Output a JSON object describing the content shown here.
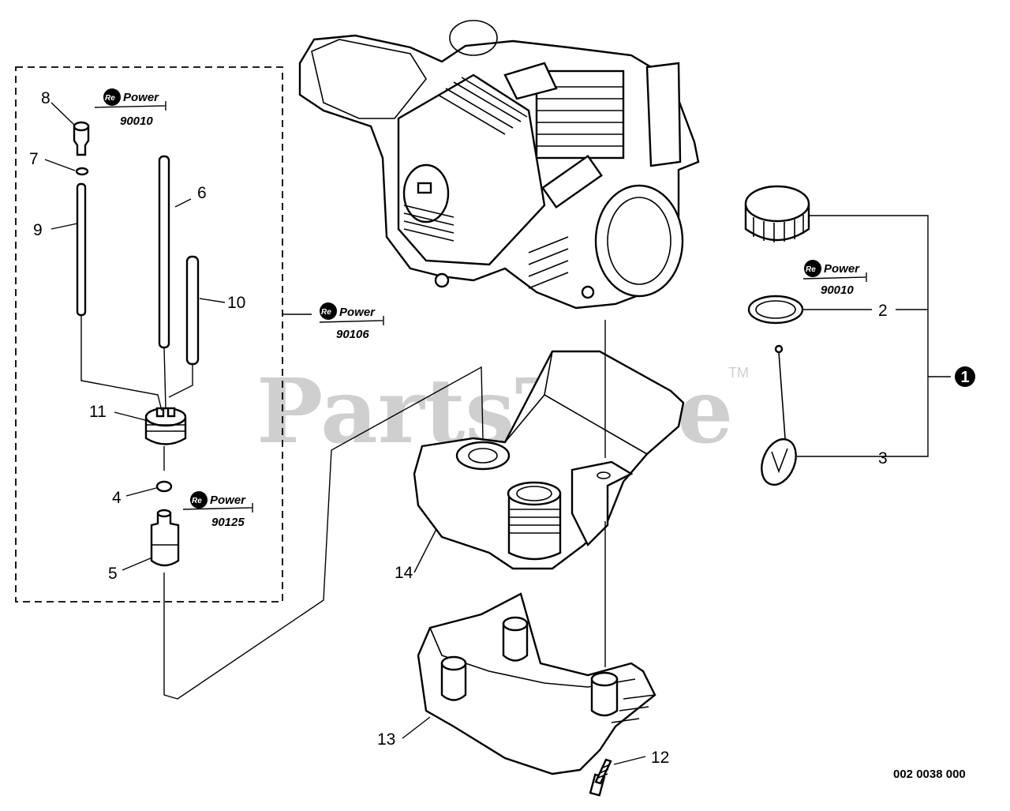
{
  "watermark": {
    "text": "PartsTree",
    "trademark": "TM"
  },
  "document_number": "002 0038 000",
  "repower_kits": [
    {
      "brand_re": "Re",
      "brand_word": "Power",
      "number": "90010"
    },
    {
      "brand_re": "Re",
      "brand_word": "Power",
      "number": "90106"
    },
    {
      "brand_re": "Re",
      "brand_word": "Power",
      "number": "90125"
    },
    {
      "brand_re": "Re",
      "brand_word": "Power",
      "number": "90010"
    }
  ],
  "callouts": {
    "c1": "1",
    "c2": "2",
    "c3": "3",
    "c4": "4",
    "c5": "5",
    "c6": "6",
    "c7": "7",
    "c8": "8",
    "c9": "9",
    "c10": "10",
    "c11": "11",
    "c12": "12",
    "c13": "13",
    "c14": "14"
  },
  "parts": {
    "engine": "engine-icon",
    "fuel_tank": "fuel-tank-icon",
    "tank_guard": "tank-guard-icon",
    "fuel_cap": "fuel-cap-icon",
    "cap_retainer": "retainer-ring-icon",
    "tether": "tether-icon",
    "fuel_filter": "fuel-filter-icon",
    "grommet": "grommet-icon",
    "fuel_lines": "fuel-line-icon",
    "check_valve": "check-valve-icon",
    "screw": "screw-icon"
  }
}
